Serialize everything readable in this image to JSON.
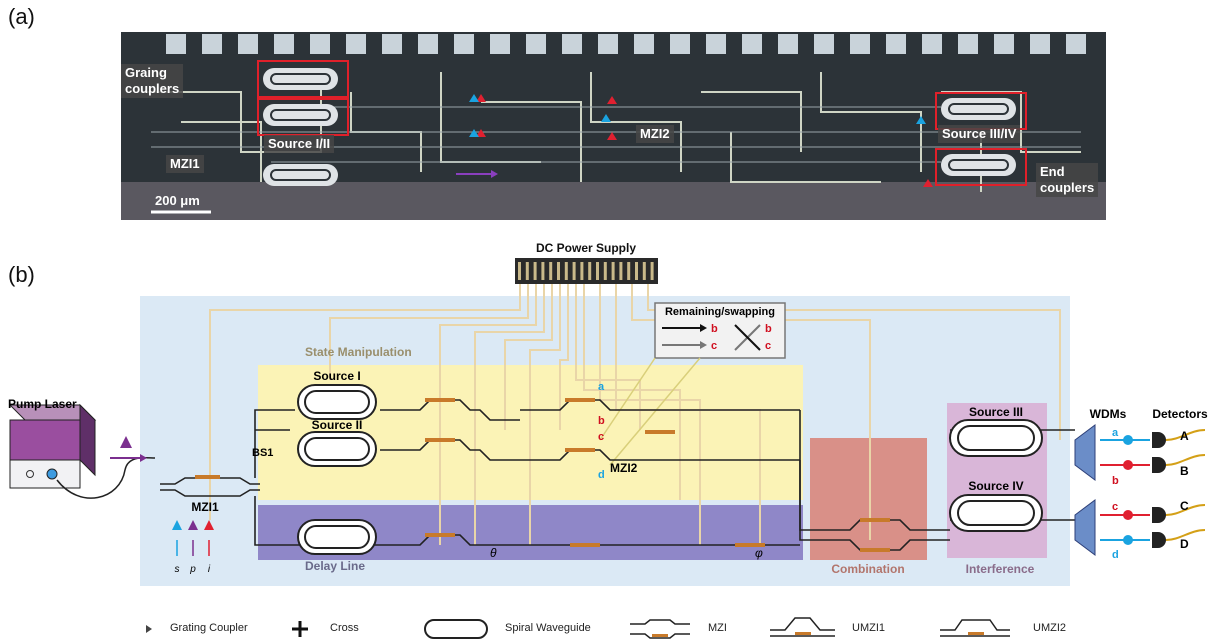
{
  "panel_a": {
    "label": "(a)",
    "labels": {
      "grating": "Graing\ncouplers",
      "mzi1": "MZI1",
      "source12": "Source I/II",
      "mzi2": "MZI2",
      "source34": "Source III/IV",
      "end": "End\ncouplers",
      "scale": "200 μm"
    }
  },
  "panel_b": {
    "label": "(b)",
    "dc_power": "DC Power Supply",
    "pump_laser": "Pump Laser",
    "state_manipulation": "State Manipulation",
    "delay_line": "Delay Line",
    "combination": "Combination",
    "interference": "Interference",
    "source1": "Source I",
    "source2": "Source II",
    "source3": "Source III",
    "source4": "Source IV",
    "bs1": "BS1",
    "mzi1": "MZI1",
    "mzi2": "MZI2",
    "theta": "θ",
    "phi": "φ",
    "wdms": "WDMs",
    "detectors": "Detectors",
    "inset": {
      "title": "Remaining/swapping",
      "b": "b",
      "c": "c"
    },
    "path_labels": {
      "a": "a",
      "b": "b",
      "c": "c",
      "d": "d"
    },
    "photon_labels": {
      "s": "s",
      "p": "p",
      "i": "i"
    },
    "detector_labels": {
      "A": "A",
      "B": "B",
      "C": "C",
      "D": "D"
    },
    "wdm_labels": {
      "a": "a",
      "b": "b",
      "c": "c",
      "d": "d"
    }
  },
  "legend": {
    "grating": "Grating Coupler",
    "cross": "Cross",
    "spiral": "Spiral Waveguide",
    "mzi": "MZI",
    "umzi1": "UMZI1",
    "umzi2": "UMZI2"
  },
  "colors": {
    "signal": "#1aa3e0",
    "pump": "#7b2f8f",
    "idler": "#e02030",
    "state_bg": "#fbf3b6",
    "delay_bg": "#8f87c8",
    "combination_bg": "#d99088",
    "interference_bg": "#d9b6d8",
    "outer_bg": "#dbe9f5",
    "heater": "#c87a2a"
  }
}
